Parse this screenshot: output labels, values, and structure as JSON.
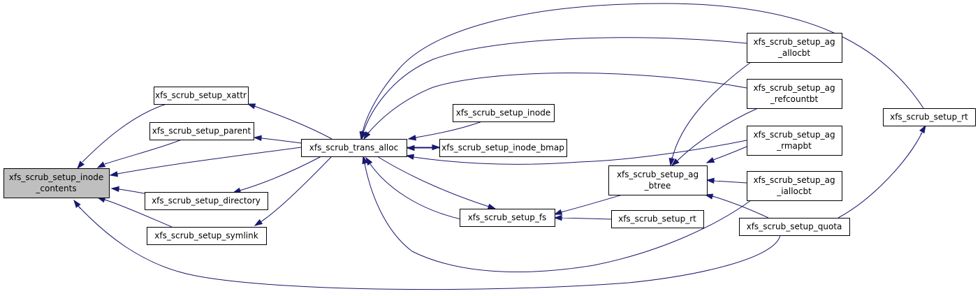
{
  "graph": {
    "title": "",
    "nodes": [
      {
        "id": "inode_contents",
        "lines": [
          "xfs_scrub_setup_inode",
          "_contents"
        ],
        "highlight": true
      },
      {
        "id": "xattr",
        "lines": [
          "xfs_scrub_setup_xattr"
        ]
      },
      {
        "id": "parent",
        "lines": [
          "xfs_scrub_setup_parent"
        ]
      },
      {
        "id": "directory",
        "lines": [
          "xfs_scrub_setup_directory"
        ]
      },
      {
        "id": "symlink",
        "lines": [
          "xfs_scrub_setup_symlink"
        ]
      },
      {
        "id": "trans_alloc",
        "lines": [
          "xfs_scrub_trans_alloc"
        ]
      },
      {
        "id": "setup_inode",
        "lines": [
          "xfs_scrub_setup_inode"
        ]
      },
      {
        "id": "inode_bmap",
        "lines": [
          "xfs_scrub_setup_inode_bmap"
        ]
      },
      {
        "id": "setup_fs",
        "lines": [
          "xfs_scrub_setup_fs"
        ]
      },
      {
        "id": "ag_btree",
        "lines": [
          "xfs_scrub_setup_ag",
          "_btree"
        ]
      },
      {
        "id": "setup_rt_mid",
        "lines": [
          "xfs_scrub_setup_rt"
        ]
      },
      {
        "id": "ag_allocbt",
        "lines": [
          "xfs_scrub_setup_ag",
          "_allocbt"
        ]
      },
      {
        "id": "ag_refcountbt",
        "lines": [
          "xfs_scrub_setup_ag",
          "_refcountbt"
        ]
      },
      {
        "id": "ag_rmapbt",
        "lines": [
          "xfs_scrub_setup_ag",
          "_rmapbt"
        ]
      },
      {
        "id": "ag_iallocbt",
        "lines": [
          "xfs_scrub_setup_ag",
          "_iallocbt"
        ]
      },
      {
        "id": "setup_quota",
        "lines": [
          "xfs_scrub_setup_quota"
        ]
      },
      {
        "id": "setup_rt_right",
        "lines": [
          "xfs_scrub_setup_rt"
        ]
      }
    ],
    "edges": [
      {
        "from": "xattr",
        "to": "inode_contents"
      },
      {
        "from": "parent",
        "to": "inode_contents"
      },
      {
        "from": "trans_alloc",
        "to": "inode_contents"
      },
      {
        "from": "directory",
        "to": "inode_contents"
      },
      {
        "from": "symlink",
        "to": "inode_contents"
      },
      {
        "from": "setup_quota",
        "to": "inode_contents"
      },
      {
        "from": "trans_alloc",
        "to": "xattr"
      },
      {
        "from": "trans_alloc",
        "to": "parent"
      },
      {
        "from": "trans_alloc",
        "to": "directory"
      },
      {
        "from": "trans_alloc",
        "to": "symlink"
      },
      {
        "from": "setup_inode",
        "to": "trans_alloc"
      },
      {
        "from": "inode_bmap",
        "to": "trans_alloc"
      },
      {
        "from": "setup_fs",
        "to": "trans_alloc"
      },
      {
        "from": "ag_allocbt",
        "to": "trans_alloc"
      },
      {
        "from": "ag_refcountbt",
        "to": "trans_alloc"
      },
      {
        "from": "ag_rmapbt",
        "to": "trans_alloc"
      },
      {
        "from": "ag_iallocbt",
        "to": "trans_alloc"
      },
      {
        "from": "setup_rt_right",
        "to": "trans_alloc"
      },
      {
        "from": "trans_alloc",
        "to": "inode_bmap"
      },
      {
        "from": "trans_alloc",
        "to": "setup_fs"
      },
      {
        "from": "ag_btree",
        "to": "setup_fs"
      },
      {
        "from": "setup_rt_mid",
        "to": "setup_fs"
      },
      {
        "from": "ag_allocbt",
        "to": "ag_btree"
      },
      {
        "from": "ag_refcountbt",
        "to": "ag_btree"
      },
      {
        "from": "ag_rmapbt",
        "to": "ag_btree"
      },
      {
        "from": "ag_iallocbt",
        "to": "ag_btree"
      },
      {
        "from": "setup_quota",
        "to": "ag_btree"
      },
      {
        "from": "setup_quota",
        "to": "setup_rt_right"
      }
    ]
  }
}
